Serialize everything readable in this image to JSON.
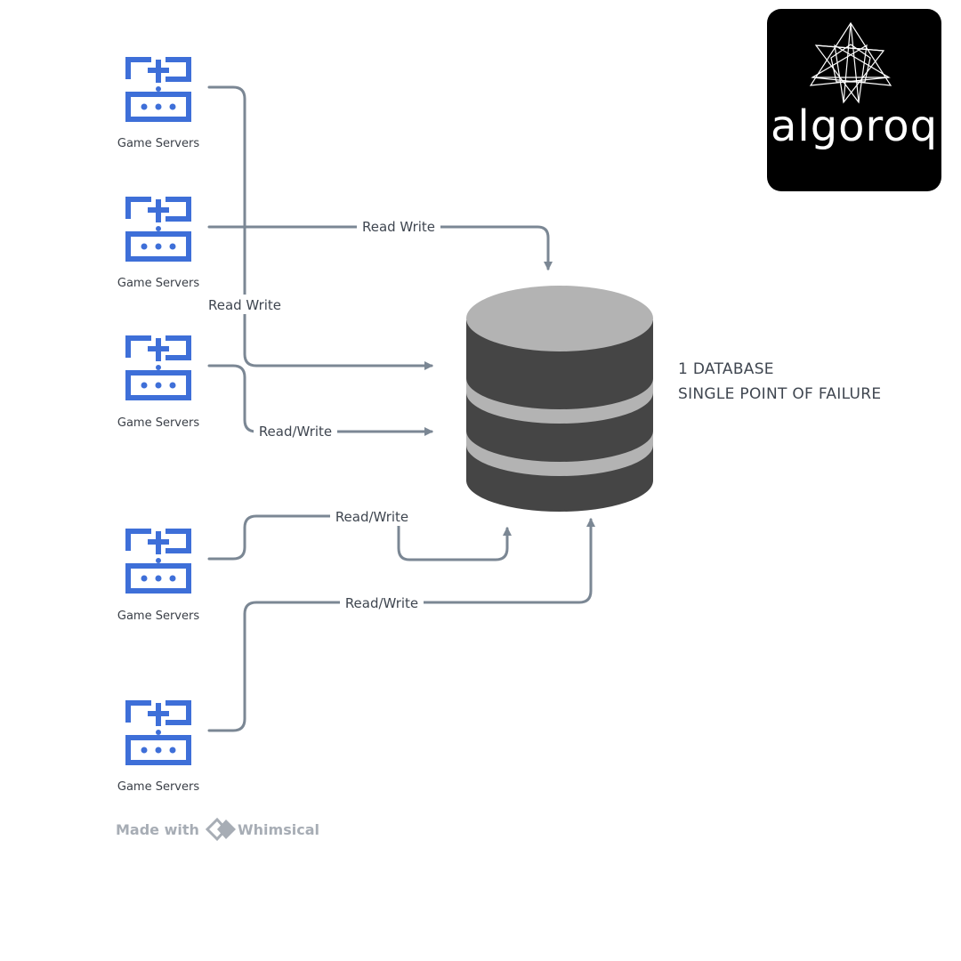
{
  "servers": [
    {
      "label": "Game Servers"
    },
    {
      "label": "Game Servers"
    },
    {
      "label": "Game Servers"
    },
    {
      "label": "Game Servers"
    },
    {
      "label": "Game Servers"
    }
  ],
  "edges": [
    {
      "label": "Read Write"
    },
    {
      "label": "Read Write"
    },
    {
      "label": "Read/Write"
    },
    {
      "label": "Read/Write"
    },
    {
      "label": "Read/Write"
    }
  ],
  "database": {
    "caption_line1": "1 DATABASE",
    "caption_line2": "SINGLE POINT OF FAILURE",
    "body_color": "#454545",
    "top_color": "#b3b3b3",
    "band_color": "#b3b3b3"
  },
  "footer": {
    "made_with": "Made with",
    "brand": "Whimsical"
  },
  "logo": {
    "text": "algoroq",
    "background": "#000000"
  },
  "colors": {
    "server_icon": "#3e6fd8",
    "connector": "#7b8794"
  }
}
